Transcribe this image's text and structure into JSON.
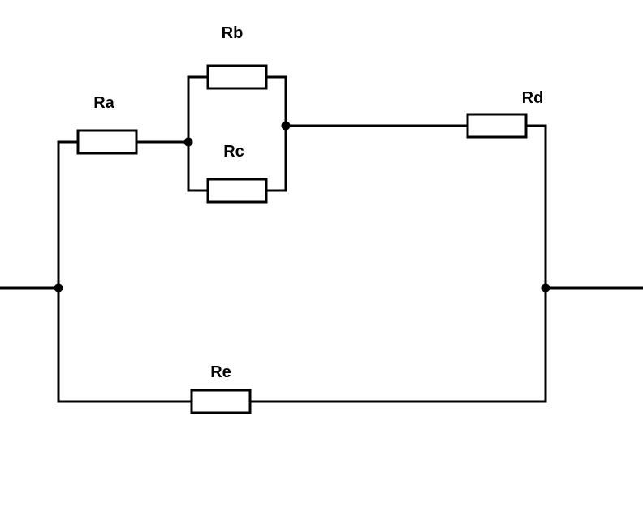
{
  "diagram": {
    "type": "circuit",
    "stroke_color": "#000000",
    "background_color": "#ffffff",
    "resistors": [
      {
        "id": "ra",
        "label": "Ra"
      },
      {
        "id": "rb",
        "label": "Rb"
      },
      {
        "id": "rc",
        "label": "Rc"
      },
      {
        "id": "rd",
        "label": "Rd"
      },
      {
        "id": "re",
        "label": "Re"
      }
    ]
  }
}
